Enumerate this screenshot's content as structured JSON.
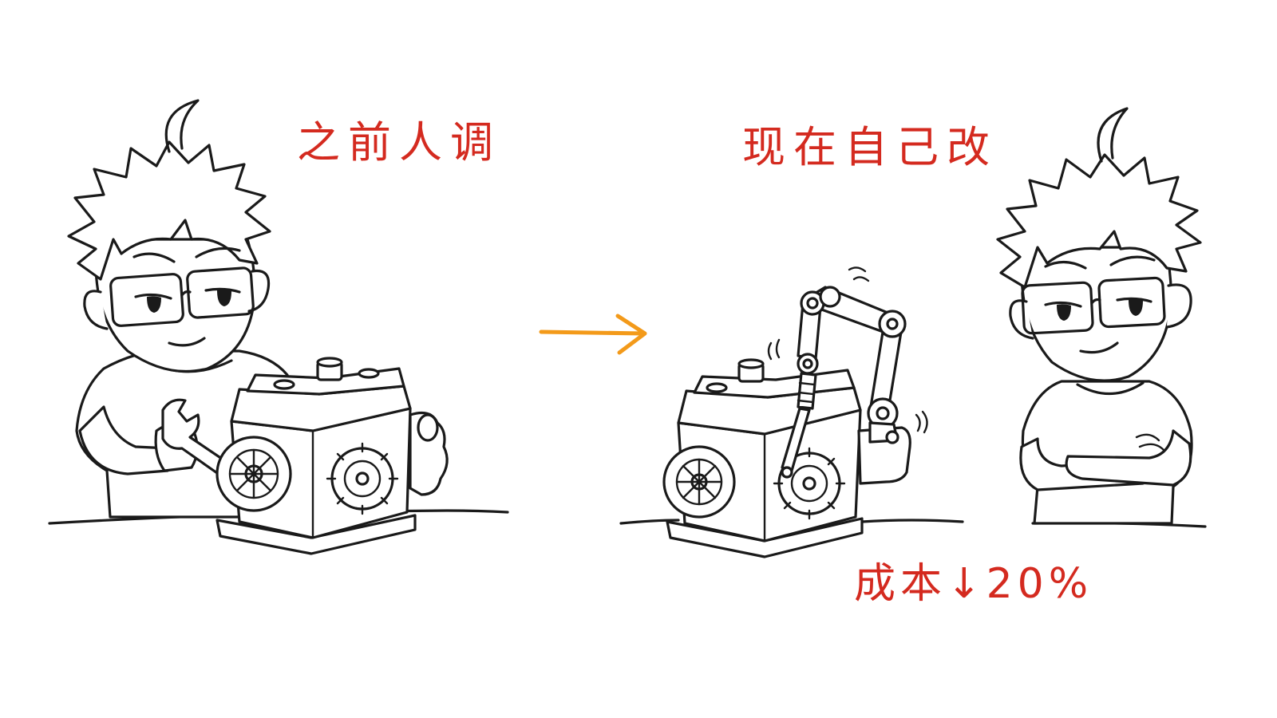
{
  "captions": {
    "before": "之前人调",
    "after": "现在自己改",
    "cost": "成本↓20%"
  },
  "colors": {
    "caption": "#d42a1f",
    "arrow": "#f39a1a",
    "ink": "#1a1a1a"
  },
  "icons": {
    "transition": "right-arrow-icon",
    "tool": "wrench-icon",
    "robot": "robot-arm-icon"
  }
}
